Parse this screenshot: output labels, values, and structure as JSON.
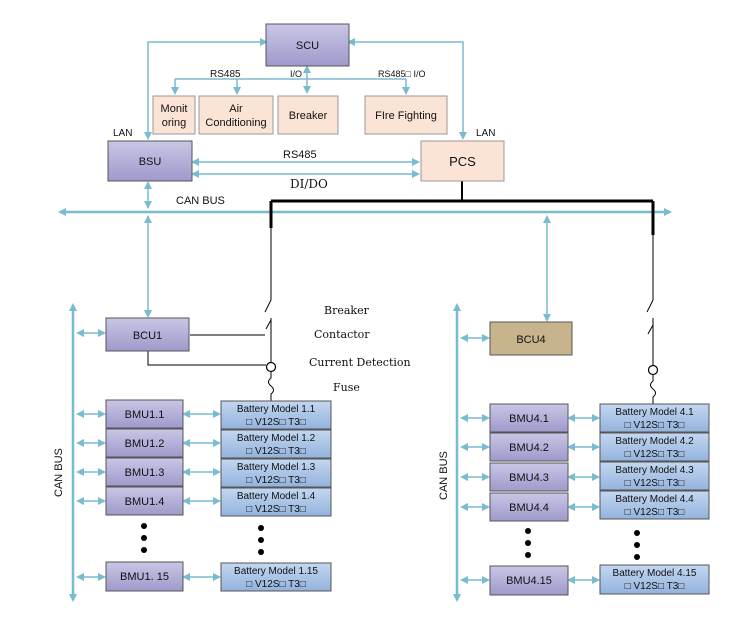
{
  "boxes": {
    "scu": "SCU",
    "monitoring": [
      "Monit",
      "oring"
    ],
    "air_conditioning": [
      "Air",
      "Conditioning"
    ],
    "breaker": "Breaker",
    "fire_fighting": "FIre Fighting",
    "bsu": "BSU",
    "pcs": "PCS",
    "bcu1": "BCU1",
    "bcu4": "BCU4"
  },
  "labels": {
    "rs485_top": "RS485",
    "io_center": "I/O",
    "rs485_io_right": "RS485□ I/O",
    "lan_left": "LAN",
    "lan_right": "LAN",
    "rs485_mid": "RS485",
    "dido": "DI/DO",
    "can_bus_top": "CAN  BUS",
    "can_bus_left": "CAN  BUS",
    "can_bus_right": "CAN  BUS"
  },
  "legend": {
    "breaker": "Breaker",
    "contactor": "Contactor",
    "current_detection": "Current Detection",
    "fuse": "Fuse"
  },
  "cluster1": {
    "bmus": [
      "BMU1.1",
      "BMU1.2",
      "BMU1.3",
      "BMU1.4"
    ],
    "last_bmu": "BMU1. 15",
    "batteries": [
      [
        "Battery Model 1.1",
        "□ V12S□ T3□"
      ],
      [
        "Battery Model 1.2",
        "□ V12S□ T3□"
      ],
      [
        "Battery Model 1.3",
        "□ V12S□ T3□"
      ],
      [
        "Battery Model 1.4",
        "□ V12S□ T3□"
      ]
    ],
    "last_battery": [
      "Battery Model 1.15",
      "□ V12S□ T3□"
    ]
  },
  "cluster4": {
    "bmus": [
      "BMU4.1",
      "BMU4.2",
      "BMU4.3",
      "BMU4.4"
    ],
    "last_bmu": "BMU4.15",
    "batteries": [
      [
        "Battery Model 4.1",
        "□ V12S□ T3□"
      ],
      [
        "Battery Model 4.2",
        "□ V12S□ T3□"
      ],
      [
        "Battery Model 4.3",
        "□ V12S□ T3□"
      ],
      [
        "Battery Model 4.4",
        "□ V12S□ T3□"
      ]
    ],
    "last_battery": [
      "Battery Model 4.15",
      "□ V12S□ T3□"
    ]
  },
  "colors": {
    "purple_box": "#b3b0d8",
    "peach_box": "#fbe3d6",
    "bcu4_box": "#c8b48c",
    "battery_box": "#a9c4e6",
    "arrow": "#79bcd0",
    "wire": "#000000"
  }
}
